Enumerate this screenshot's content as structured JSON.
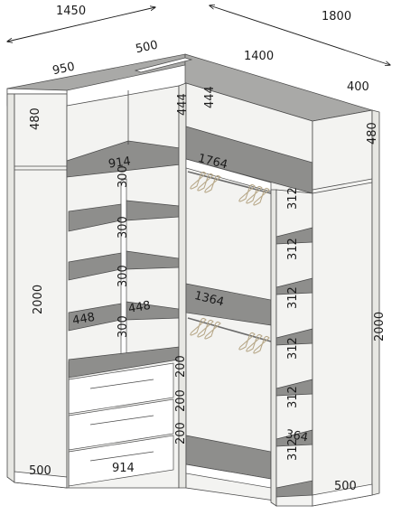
{
  "dimensions": {
    "top_width_left": "1450",
    "top_width_right": "1800",
    "left_depth": "950",
    "left_inner_depth": "500",
    "right_inner_width": "1400",
    "right_depth": "400",
    "left_top_height": "480",
    "right_top_height": "480",
    "top_section_left_height": "444",
    "top_section_right_height": "444",
    "top_shelf_left": "914",
    "top_shelf_corner": "1764",
    "shelf_h1": "300",
    "shelf_h2": "300",
    "shelf_h3": "300",
    "shelf_h4": "300",
    "left_height": "2000",
    "right_height": "2000",
    "shelf_depth_a": "448",
    "shelf_depth_b": "448",
    "corner_shelf": "1364",
    "drawer_h1": "200",
    "drawer_h2": "200",
    "drawer_h3": "200",
    "bottom_width_left": "914",
    "bottom_left_depth": "500",
    "bottom_right_depth": "500",
    "right_shelf_1": "312",
    "right_shelf_2": "312",
    "right_shelf_3": "312",
    "right_shelf_4": "312",
    "right_shelf_5": "312",
    "right_shelf_6": "312",
    "right_shelf_depth": "364"
  }
}
